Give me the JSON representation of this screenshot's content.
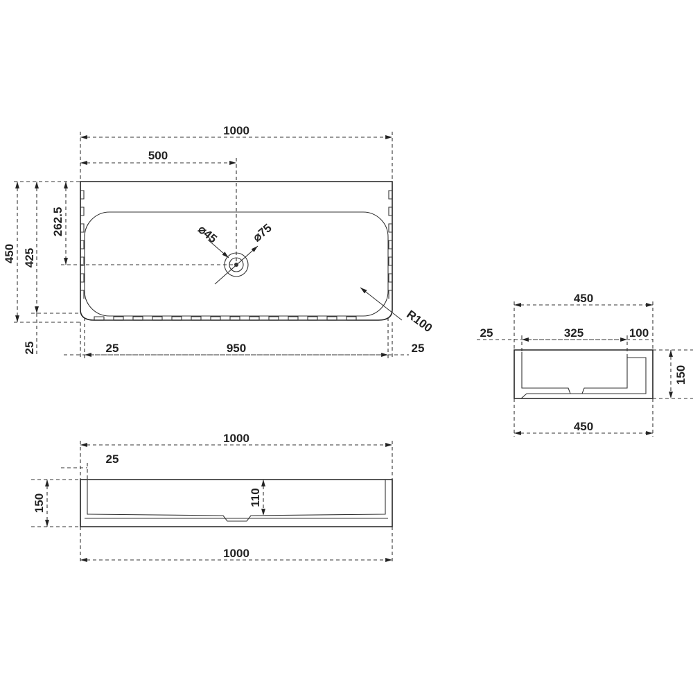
{
  "top_view": {
    "overall_width": "1000",
    "drain_offset": "500",
    "overall_depth": "450",
    "inner_depth": "425",
    "drain_center_depth": "262.5",
    "back_offset": "25",
    "left_wall": "25",
    "basin_width": "950",
    "right_wall": "25",
    "drain_diameter_inner": "⌀45",
    "drain_diameter_outer": "⌀75",
    "corner_radius": "R100"
  },
  "side_view": {
    "overall_depth_top": "450",
    "front_wall": "25",
    "basin_depth": "325",
    "back_ledge": "100",
    "height": "150",
    "overall_depth_bottom": "450"
  },
  "front_view": {
    "overall_width_top": "1000",
    "wall_thickness": "25",
    "height": "150",
    "inner_depth": "110",
    "overall_width_bottom": "1000"
  }
}
